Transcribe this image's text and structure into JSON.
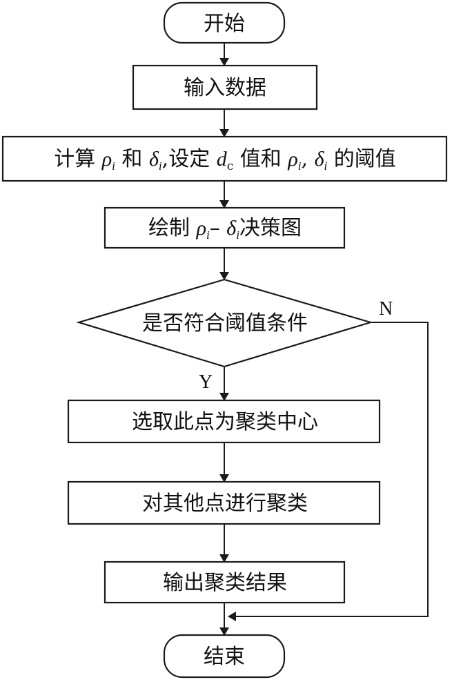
{
  "nodes": {
    "start": "开始",
    "input": "输入数据",
    "compute": {
      "t1": "计算 ",
      "rho": "ρ",
      "i": "i",
      "t2": " 和 ",
      "delta": "δ",
      "t3": ",设定 ",
      "d": "d",
      "c": "c",
      "t4": " 值和 ",
      "t5": ", ",
      "t6": " 的阈值"
    },
    "draw": {
      "t1": "绘制 ",
      "rho": "ρ",
      "i": "i",
      "dash": "– ",
      "delta": "δ",
      "t2": "决策图"
    },
    "decision": "是否符合阈值条件",
    "select": "选取此点为聚类中心",
    "cluster": "对其他点进行聚类",
    "output": "输出聚类结果",
    "end": "结束"
  },
  "edge_labels": {
    "yes": "Y",
    "no": "N"
  },
  "colors": {
    "stroke": "#1a1a1a",
    "background": "#ffffff"
  }
}
